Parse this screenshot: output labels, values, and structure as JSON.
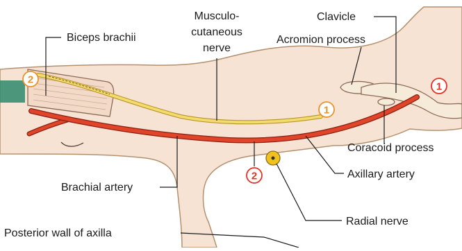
{
  "labels": {
    "biceps_brachii": "Biceps brachii",
    "musculocutaneous_1": "Musculo-",
    "musculocutaneous_2": "cutaneous",
    "musculocutaneous_3": "nerve",
    "clavicle": "Clavicle",
    "acromion_process": "Acromion process",
    "coracoid_process": "Coracoid process",
    "axillary_artery": "Axillary artery",
    "brachial_artery": "Brachial artery",
    "radial_nerve": "Radial nerve",
    "posterior_wall": "Posterior wall of axilla"
  },
  "markers": {
    "marker_1_right": "1",
    "marker_1_mid": "1",
    "marker_2_left": "2",
    "marker_2_mid": "2"
  },
  "colors": {
    "skin": "#f7e3d3",
    "skin_outline": "#b3906f",
    "artery": "#e0452a",
    "artery_outline": "#8a1f12",
    "nerve": "#f3dc6e",
    "nerve_outline": "#b9942a",
    "radial_nerve_dot": "#f1c21b",
    "bone": "#f6ead8",
    "muscle": "#f3d9c8",
    "muscle_stripe": "#2e8a6b",
    "marker_red": "#e53024",
    "marker_orange": "#e8932a"
  }
}
